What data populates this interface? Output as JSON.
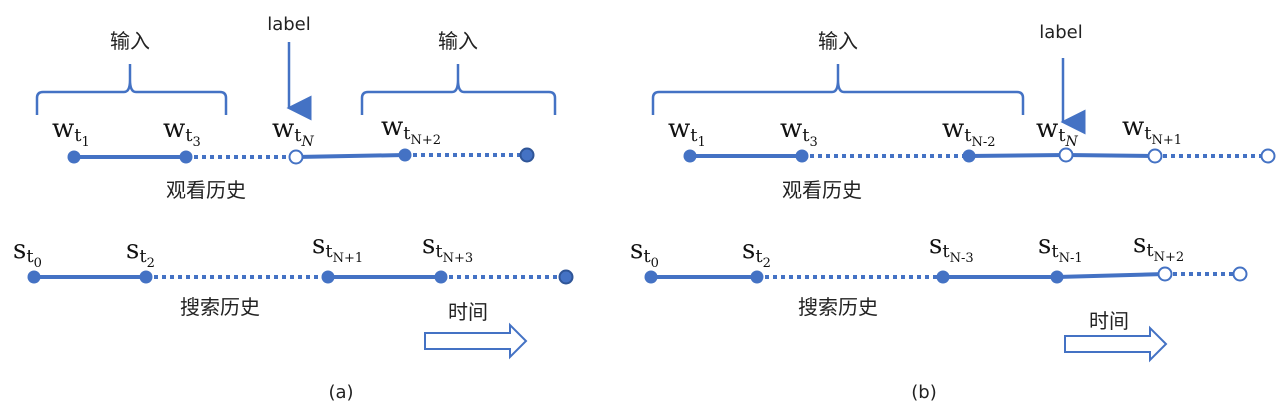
{
  "colors": {
    "accent": "#4472c4",
    "node_fill": "#4472c4",
    "node_dark": "#2f5597",
    "hollow_fill": "#ffffff"
  },
  "panel_a": {
    "caption": "(a)",
    "input_left": "输入",
    "input_right": "输入",
    "label_word": "label",
    "watch_history": "观看历史",
    "search_history": "搜索历史",
    "time": "时间",
    "w_nodes": [
      {
        "base": "w",
        "sub": "t",
        "subsub": "1"
      },
      {
        "base": "w",
        "sub": "t",
        "subsub": "3"
      },
      {
        "base": "w",
        "sub": "t",
        "subsub": "N"
      },
      {
        "base": "w",
        "sub": "t",
        "subsub": "N+2"
      }
    ],
    "s_nodes": [
      {
        "base": "s",
        "sub": "t",
        "subsub": "0"
      },
      {
        "base": "s",
        "sub": "t",
        "subsub": "2"
      },
      {
        "base": "s",
        "sub": "t",
        "subsub": "N+1"
      },
      {
        "base": "s",
        "sub": "t",
        "subsub": "N+3"
      }
    ]
  },
  "panel_b": {
    "caption": "(b)",
    "input": "输入",
    "label_word": "label",
    "watch_history": "观看历史",
    "search_history": "搜索历史",
    "time": "时间",
    "w_nodes": [
      {
        "base": "w",
        "sub": "t",
        "subsub": "1"
      },
      {
        "base": "w",
        "sub": "t",
        "subsub": "3"
      },
      {
        "base": "w",
        "sub": "t",
        "subsub": "N-2"
      },
      {
        "base": "w",
        "sub": "t",
        "subsub": "N"
      },
      {
        "base": "w",
        "sub": "t",
        "subsub": "N+1"
      }
    ],
    "s_nodes": [
      {
        "base": "s",
        "sub": "t",
        "subsub": "0"
      },
      {
        "base": "s",
        "sub": "t",
        "subsub": "2"
      },
      {
        "base": "s",
        "sub": "t",
        "subsub": "N-3"
      },
      {
        "base": "s",
        "sub": "t",
        "subsub": "N-1"
      },
      {
        "base": "s",
        "sub": "t",
        "subsub": "N+2"
      }
    ]
  }
}
